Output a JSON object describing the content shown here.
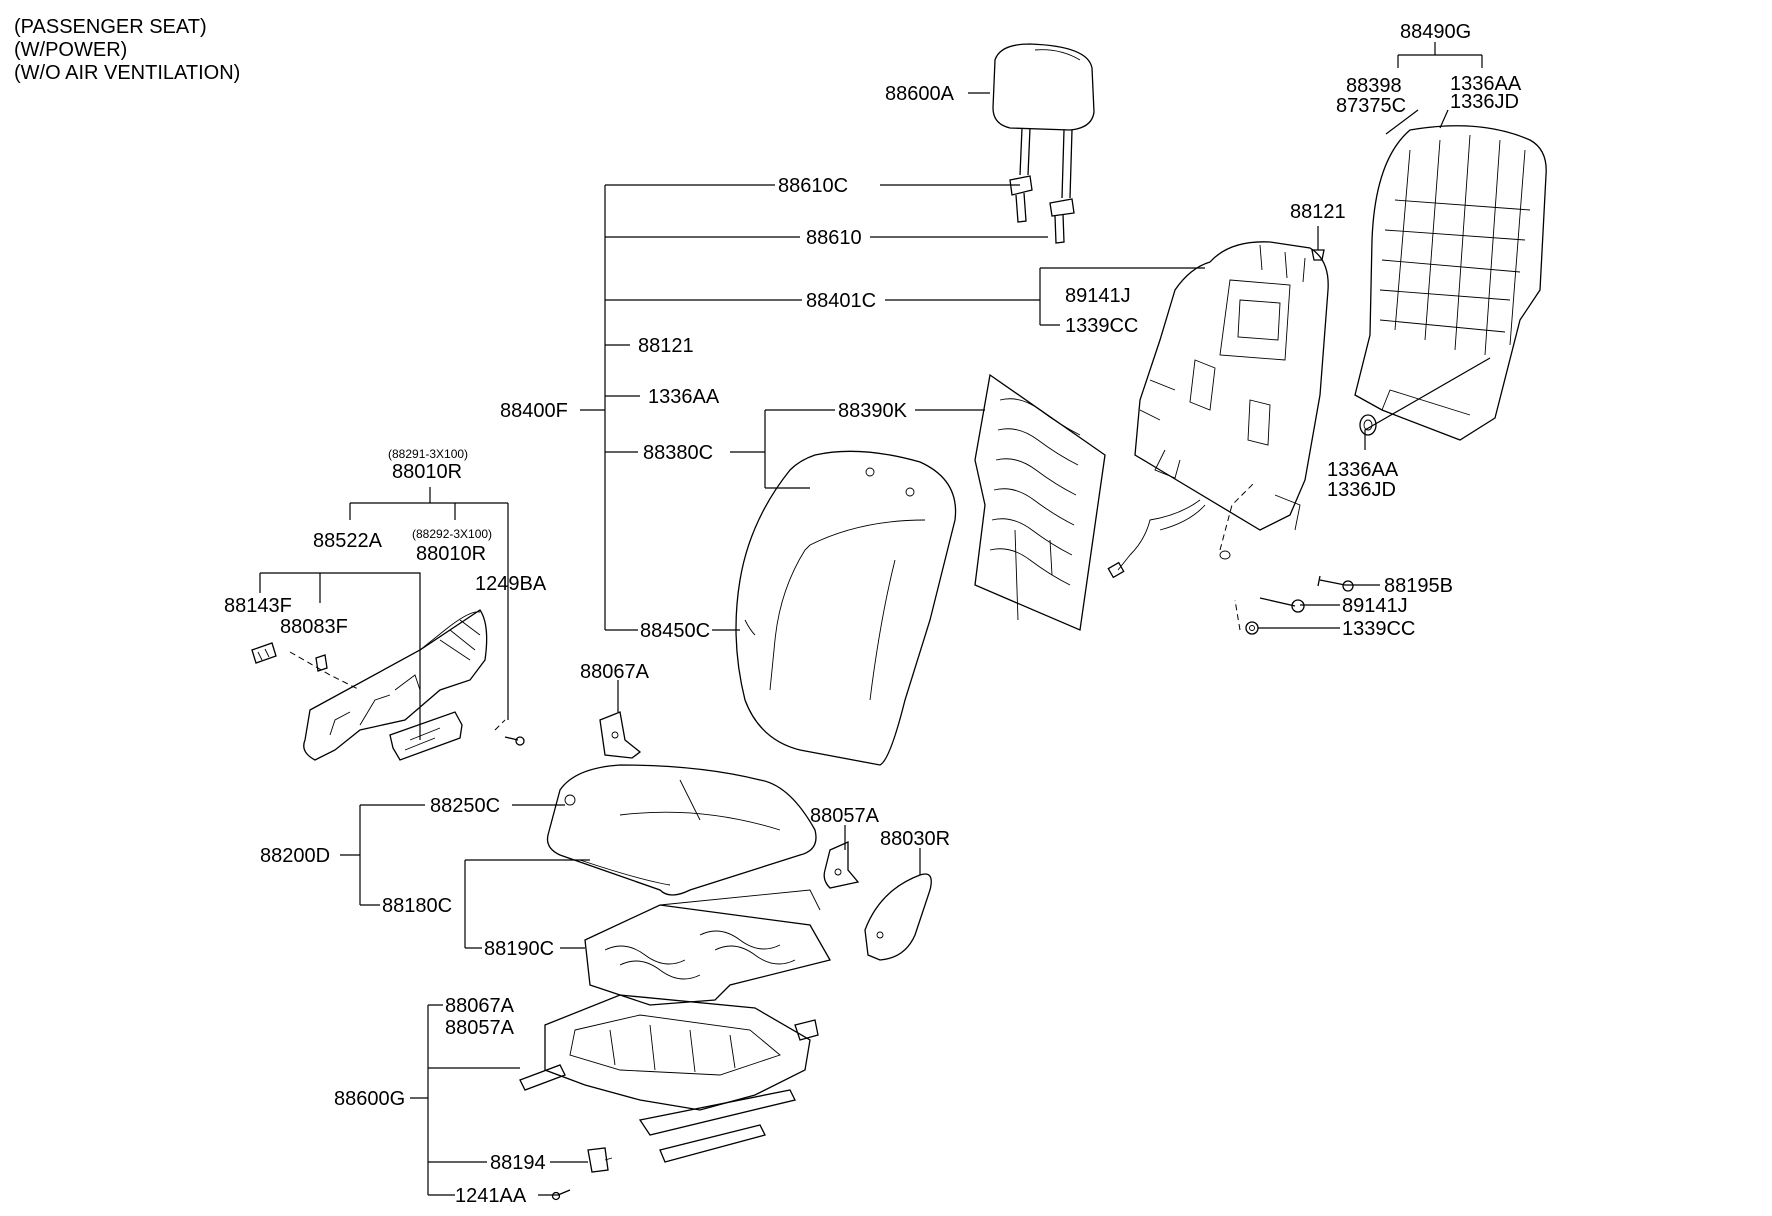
{
  "header": {
    "line1": "(PASSENGER SEAT)",
    "line2": "(W/POWER)",
    "line3": "(W/O AIR VENTILATION)"
  },
  "labels": {
    "p88490G": "88490G",
    "p88398": "88398",
    "p87375C": "87375C",
    "p1336AA_top": "1336AA",
    "p1336JD_top": "1336JD",
    "p88600A": "88600A",
    "p88610C": "88610C",
    "p88610": "88610",
    "p88121_right": "88121",
    "p88401C": "88401C",
    "p89141J_top": "89141J",
    "p1339CC_top": "1339CC",
    "p88121_mid": "88121",
    "p1336AA_mid": "1336AA",
    "p88400F": "88400F",
    "p88390K": "88390K",
    "p88380C": "88380C",
    "p1336AA_low": "1336AA",
    "p1336JD_low": "1336JD",
    "p88195B": "88195B",
    "p89141J_low": "89141J",
    "p1339CC_low": "1339CC",
    "p88450C": "88450C",
    "p88291_note": "(88291-3X100)",
    "p88010R_a": "88010R",
    "p88522A": "88522A",
    "p88292_note": "(88292-3X100)",
    "p88010R_b": "88010R",
    "p1249BA": "1249BA",
    "p88143F": "88143F",
    "p88083F": "88083F",
    "p88067A_mid": "88067A",
    "p88250C": "88250C",
    "p88057A_mid": "88057A",
    "p88030R": "88030R",
    "p88200D": "88200D",
    "p88180C": "88180C",
    "p88190C": "88190C",
    "p88067A_low": "88067A",
    "p88057A_low": "88057A",
    "p88600G": "88600G",
    "p88194": "88194",
    "p1241AA": "1241AA"
  }
}
